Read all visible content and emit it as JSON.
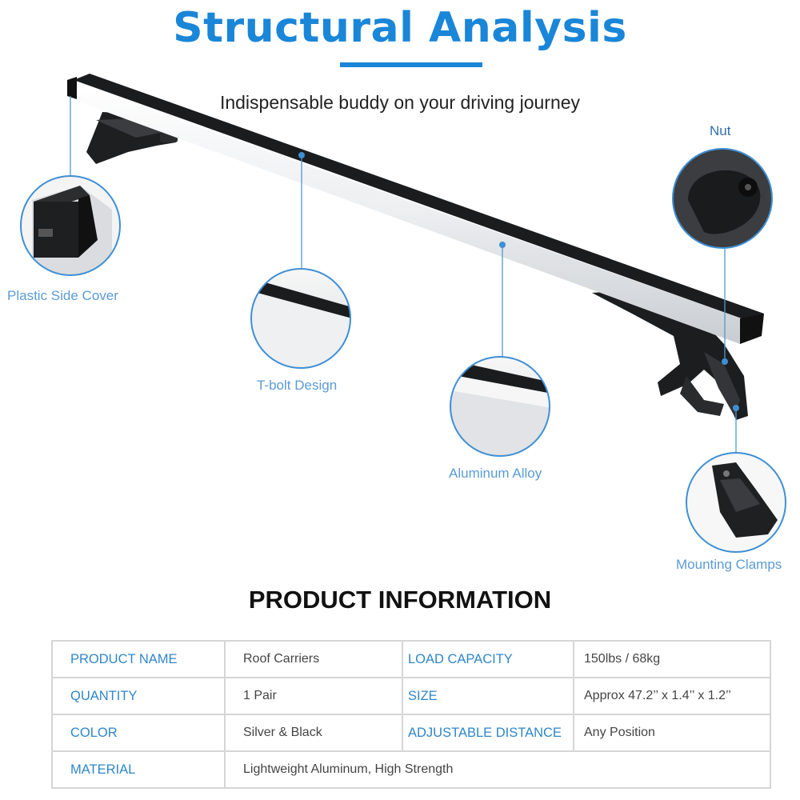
{
  "header": {
    "title": "Structural Analysis",
    "subtitle": "Indispensable buddy on your driving journey"
  },
  "callouts": {
    "nut": "Nut",
    "plastic_side_cover": "Plastic Side Cover",
    "t_bolt_design": "T-bolt Design",
    "aluminum_alloy": "Aluminum Alloy",
    "mounting_clamps": "Mounting Clamps"
  },
  "product_info": {
    "title": "PRODUCT INFORMATION",
    "rows": [
      [
        "PRODUCT NAME",
        "Roof Carriers",
        "LOAD CAPACITY",
        "150lbs / 68kg"
      ],
      [
        "QUANTITY",
        "1 Pair",
        "SIZE",
        "Approx 47.2’’ x 1.4’’ x 1.2’’"
      ],
      [
        "COLOR",
        "Silver & Black",
        "ADJUSTABLE DISTANCE",
        "Any Position"
      ],
      [
        "MATERIAL",
        "Lightweight Aluminum, High Strength"
      ]
    ]
  },
  "colors": {
    "accent": "#1a86d8",
    "label": "#5a9bd4",
    "bar_silver": "#e6e8ea",
    "bar_black": "#1b1c1e"
  }
}
